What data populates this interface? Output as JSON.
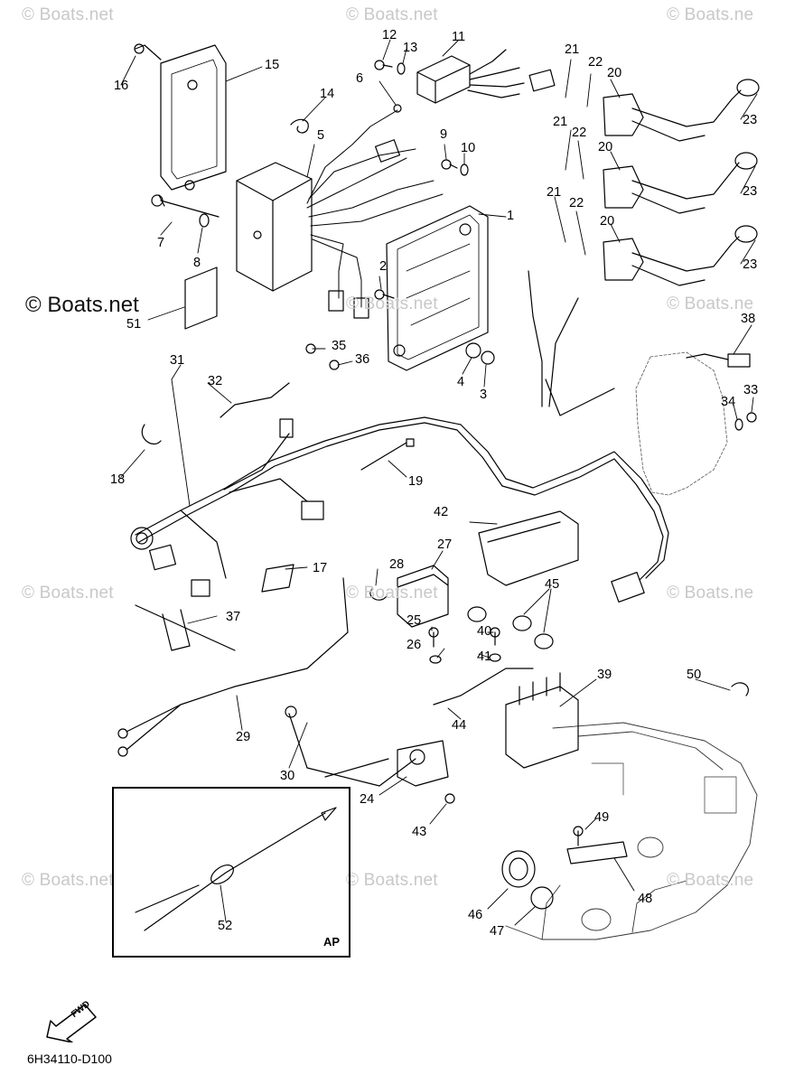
{
  "watermark": "© Boats.net",
  "watermark_cut": "© Boats.ne",
  "brand_text": "© Boats.net",
  "inset_label": "AP",
  "fwd_label": "FWD",
  "diagram_code": "6H34110-D100",
  "callouts": [
    "1",
    "2",
    "3",
    "4",
    "5",
    "6",
    "7",
    "8",
    "9",
    "10",
    "11",
    "12",
    "13",
    "14",
    "15",
    "16",
    "17",
    "18",
    "19",
    "20",
    "20",
    "20",
    "21",
    "21",
    "21",
    "22",
    "22",
    "22",
    "23",
    "23",
    "23",
    "24",
    "25",
    "26",
    "27",
    "28",
    "29",
    "30",
    "31",
    "32",
    "33",
    "34",
    "35",
    "36",
    "37",
    "38",
    "39",
    "40",
    "41",
    "42",
    "43",
    "44",
    "45",
    "46",
    "47",
    "48",
    "49",
    "50",
    "51",
    "52"
  ]
}
